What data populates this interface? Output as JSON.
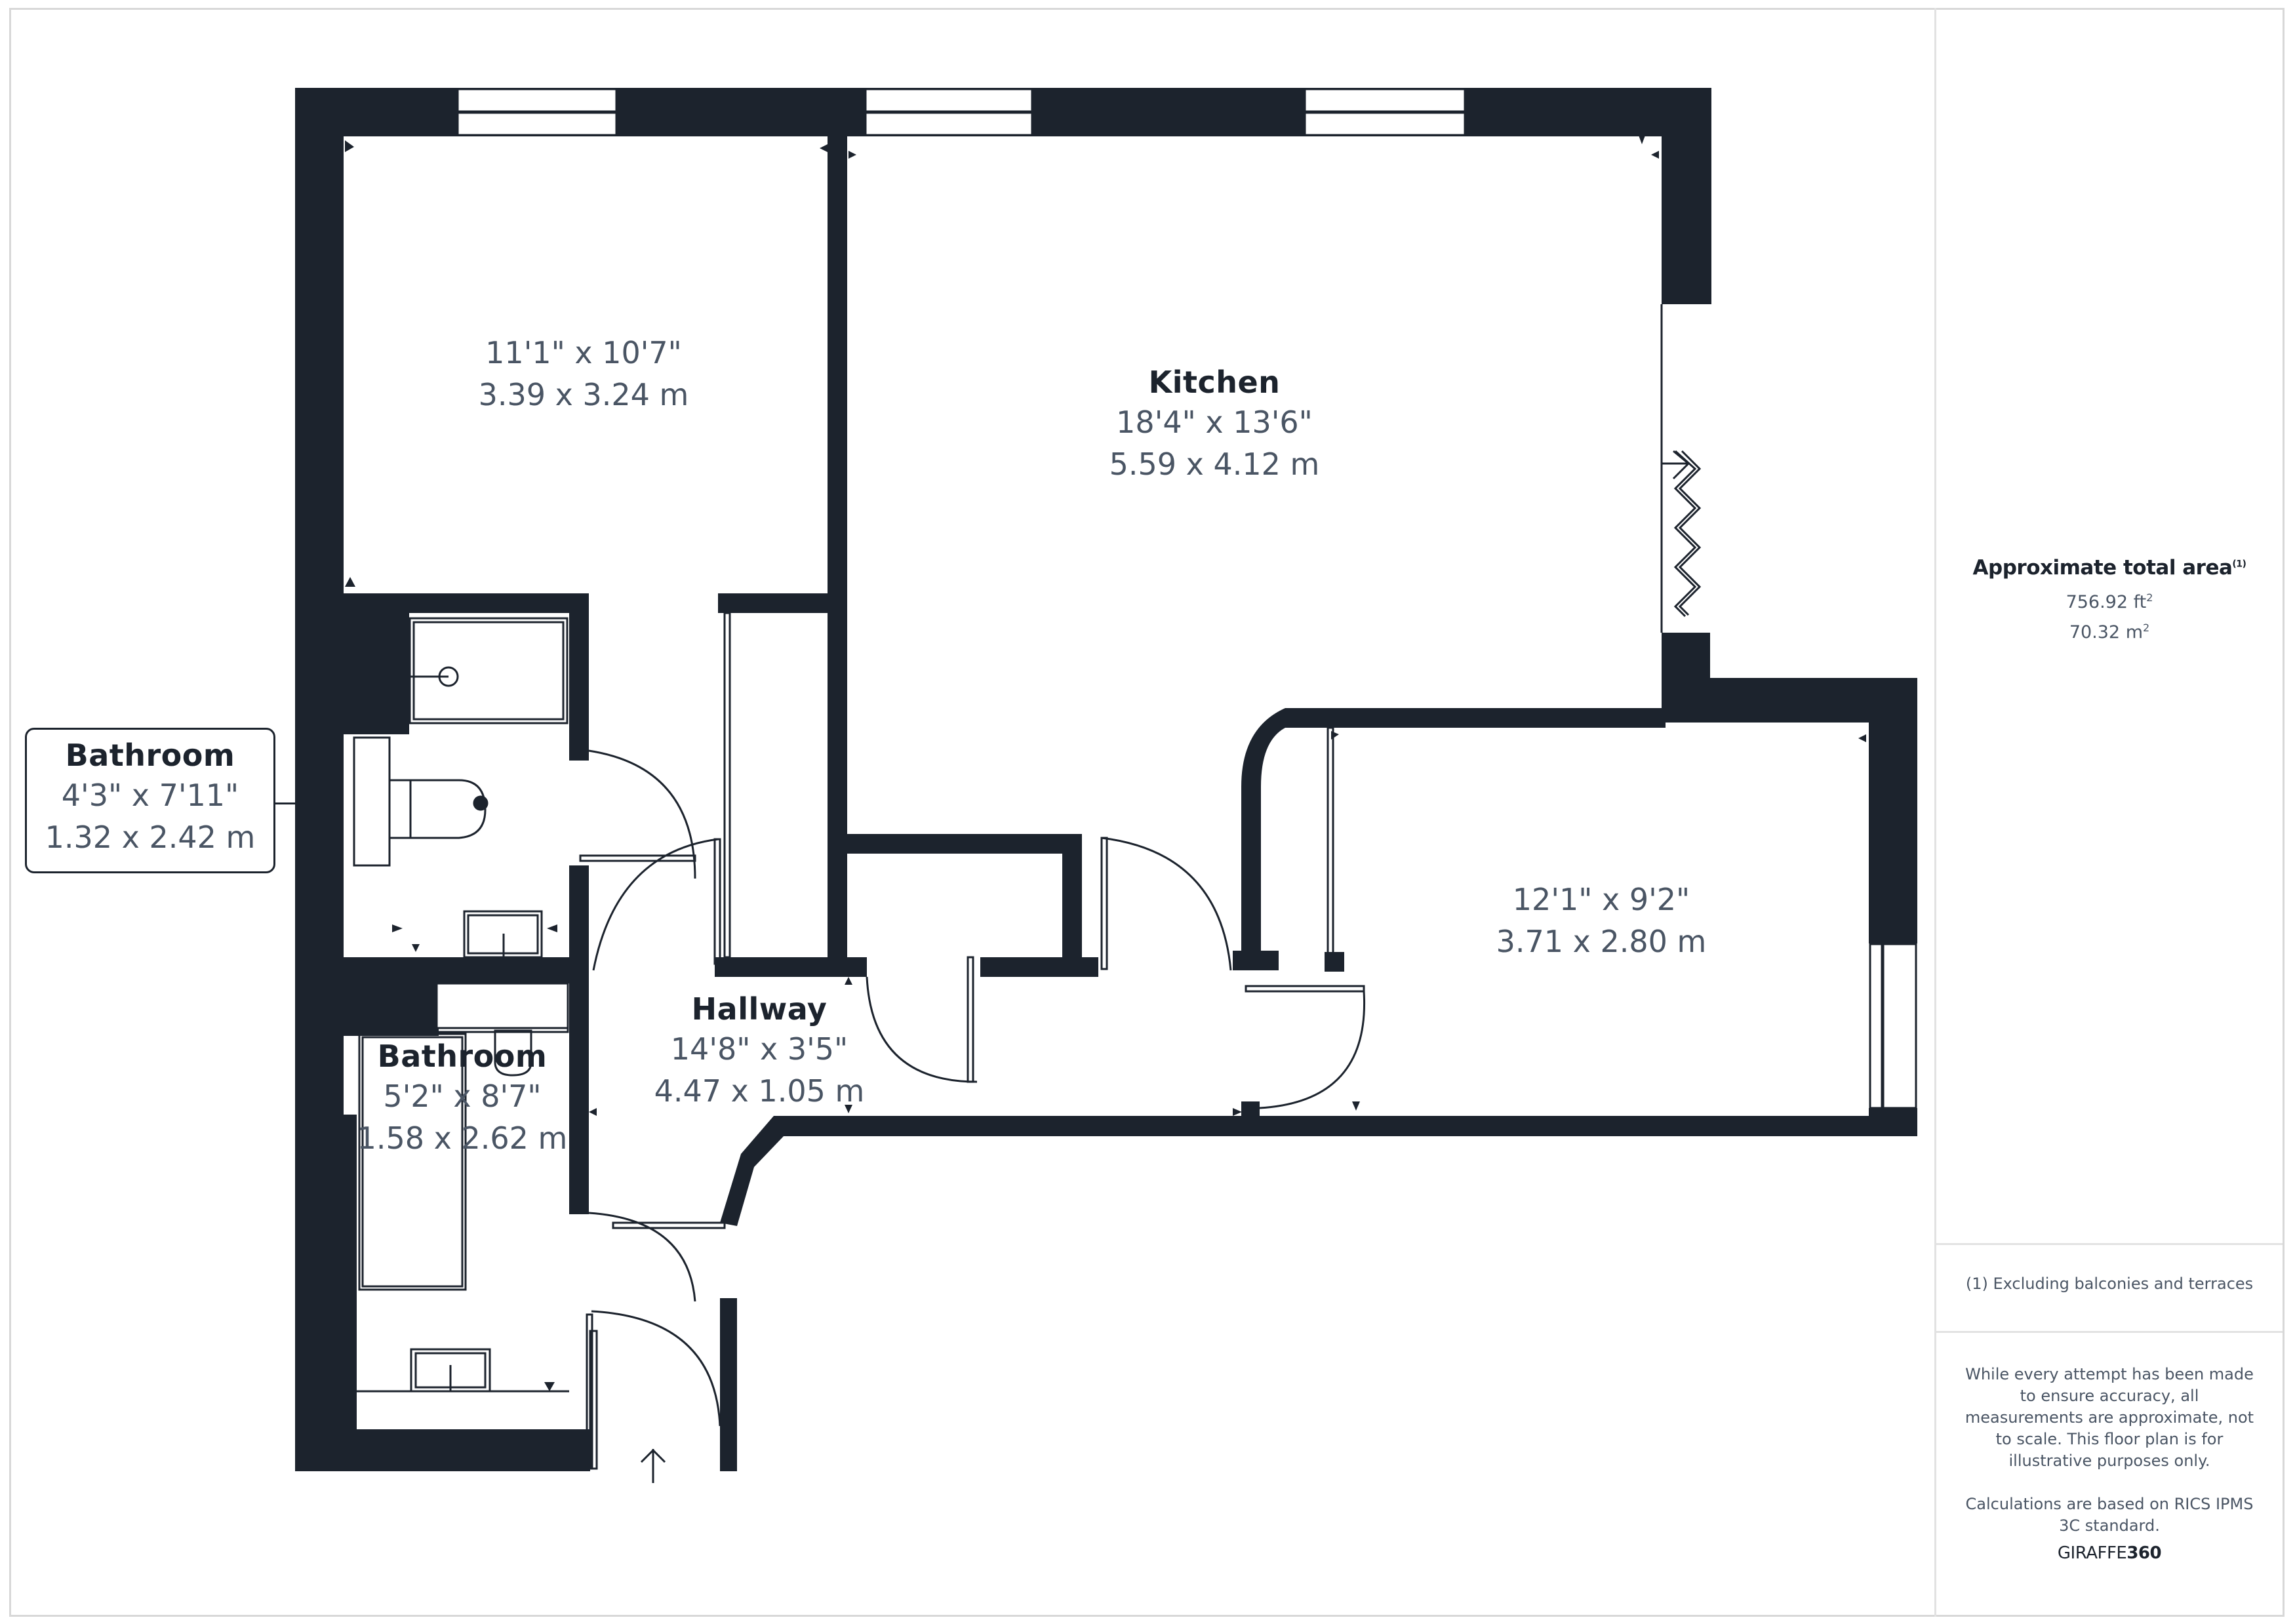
{
  "plan": {
    "wall_color": "#1c232d",
    "background_color": "#ffffff",
    "dimension_text_color": "#4a5564",
    "rooms": {
      "bedroom_1": {
        "name": "",
        "imperial": "11'1\" x 10'7\"",
        "metric": "3.39 x 3.24 m"
      },
      "kitchen": {
        "name": "Kitchen",
        "imperial": "18'4\" x 13'6\"",
        "metric": "5.59 x 4.12 m"
      },
      "bedroom_2": {
        "name": "",
        "imperial": "12'1\" x 9'2\"",
        "metric": "3.71 x 2.80 m"
      },
      "hallway": {
        "name": "Hallway",
        "imperial": "14'8\" x 3'5\"",
        "metric": "4.47 x 1.05 m"
      },
      "bathroom_1": {
        "name": "Bathroom",
        "imperial": "4'3\" x 7'11\"",
        "metric": "1.32 x 2.42 m"
      },
      "bathroom_2": {
        "name": "Bathroom",
        "imperial": "5'2\" x 8'7\"",
        "metric": "1.58 x 2.62 m"
      }
    },
    "icons": [
      "entrance-arrow-icon",
      "bifold-door-icon",
      "swing-door-icon",
      "shower-icon",
      "toilet-icon",
      "sink-icon",
      "bathtub-icon",
      "window-icon",
      "dimension-arrow-icon"
    ]
  },
  "sidebar": {
    "area_title": "Approximate total area",
    "area_title_note": "(1)",
    "area_ft": "756.92 ft",
    "area_ft_unit_sup": "2",
    "area_m": "70.32 m",
    "area_m_unit_sup": "2",
    "footnote": "(1) Excluding balconies and terraces",
    "disclaimer": "While every attempt has been made to ensure accuracy, all measurements are approximate, not to scale. This floor plan is for illustrative purposes only.",
    "calculation_note": "Calculations are based on RICS IPMS 3C standard.",
    "brand_light": "GIRAFFE",
    "brand_bold": "360"
  }
}
